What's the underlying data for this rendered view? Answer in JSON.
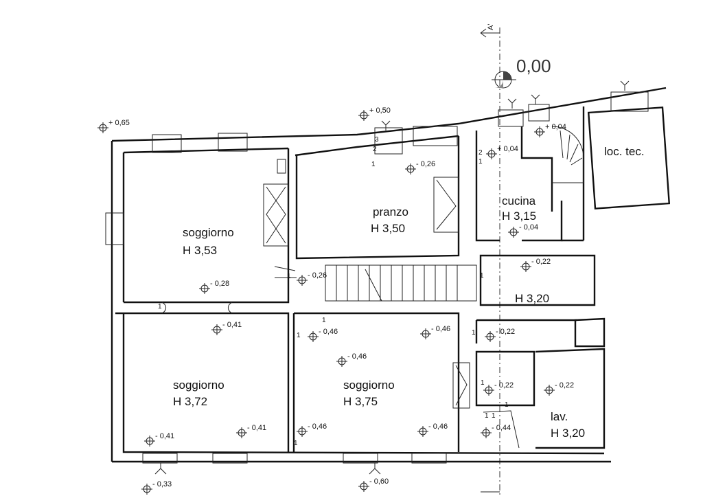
{
  "section_mark": "A'",
  "datum": "0,00",
  "rooms": [
    {
      "name": "soggiorno",
      "height": "H 3,53"
    },
    {
      "name": "pranzo",
      "height": "H 3,50"
    },
    {
      "name": "cucina",
      "height": "H 3,15"
    },
    {
      "name": "loc. tec.",
      "height": ""
    },
    {
      "name": "",
      "height": "H 3,20"
    },
    {
      "name": "soggiorno",
      "height": "H 3,72"
    },
    {
      "name": "soggiorno",
      "height": "H 3,75"
    },
    {
      "name": "lav.",
      "height": "H 3,20"
    }
  ],
  "levels": [
    "+ 0,65",
    "+ 0,50",
    "- 0,26",
    "+ 0,04",
    "- 0,04",
    "+ 0,04",
    "- 0,28",
    "- 0,26",
    "- 0,22",
    "- 0,41",
    "- 0,46",
    "- 0,46",
    "- 0,22",
    "- 0,46",
    "- 0,22",
    "- 0,22",
    "- 0,41",
    "- 0,41",
    "- 0,46",
    "- 0,46",
    "- 0,44",
    "- 0,33",
    "- 0,60"
  ],
  "step_marks": [
    "3",
    "2",
    "1",
    "2",
    "1",
    "1",
    "1",
    "1",
    "1",
    "1",
    "1",
    "1",
    "1",
    "1",
    "1",
    "1"
  ]
}
